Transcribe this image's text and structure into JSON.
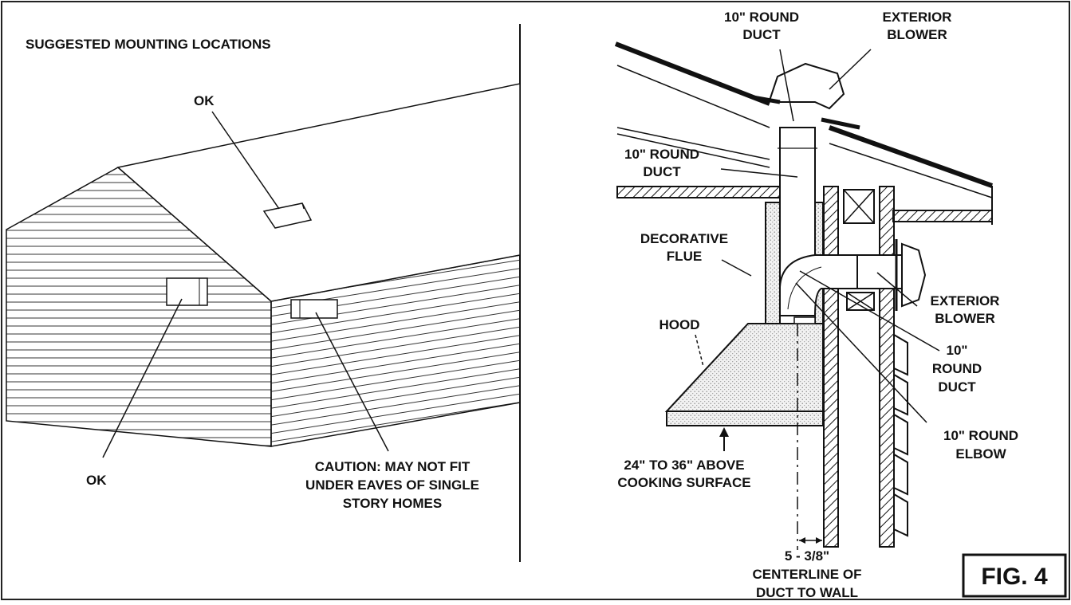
{
  "left_panel": {
    "title": "SUGGESTED MOUNTING LOCATIONS",
    "roof_ok_label": "OK",
    "wall_ok_label": "OK",
    "caution_lines": [
      "CAUTION: MAY NOT FIT",
      "UNDER EAVES OF SINGLE",
      "STORY HOMES"
    ]
  },
  "right_panel": {
    "top_duct": [
      "10\" ROUND",
      "DUCT"
    ],
    "top_blower": [
      "EXTERIOR",
      "BLOWER"
    ],
    "mid_duct": [
      "10\" ROUND",
      "DUCT"
    ],
    "flue": [
      "DECORATIVE",
      "FLUE"
    ],
    "hood": "HOOD",
    "wall_blower": [
      "EXTERIOR",
      "BLOWER"
    ],
    "side_duct": [
      "10\"",
      "ROUND",
      "DUCT"
    ],
    "elbow": [
      "10\" ROUND",
      "ELBOW"
    ],
    "height_note": [
      "24\" TO 36\" ABOVE",
      "COOKING SURFACE"
    ],
    "centerline_note": [
      "5 - 3/8\"",
      "CENTERLINE OF",
      "DUCT TO WALL"
    ]
  },
  "figure_label": "FIG. 4"
}
